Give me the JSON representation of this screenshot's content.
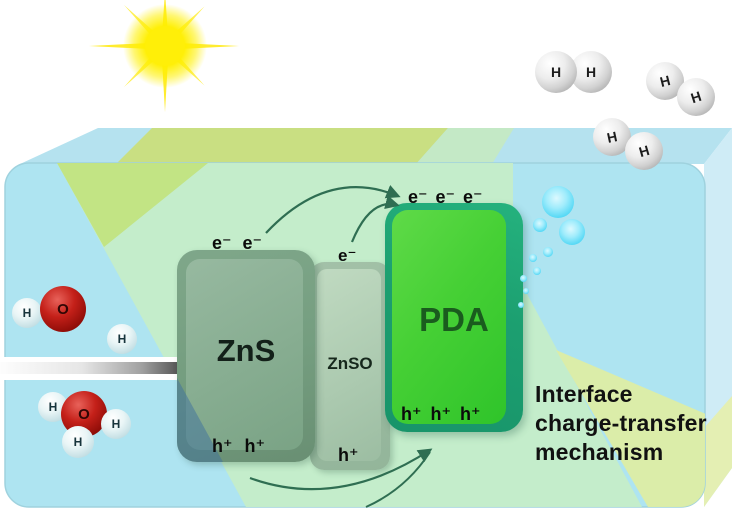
{
  "figure": {
    "type": "photocatalytic-mechanism-diagram",
    "caption": {
      "lines": [
        "Interface",
        "charge-transfer",
        "mechanism"
      ]
    }
  },
  "blocks": {
    "zns": {
      "label": "ZnS",
      "electrons": [
        "e⁻",
        "e⁻"
      ],
      "holes": [
        "h⁺",
        "h⁺"
      ],
      "fill": "#85aa8f"
    },
    "znso": {
      "label": "ZnSO",
      "electrons": [
        "e⁻"
      ],
      "holes": [
        "h⁺"
      ],
      "fill": "#b0cdb4"
    },
    "pda": {
      "label": "PDA",
      "electrons": [
        "e⁻",
        "e⁻",
        "e⁻"
      ],
      "holes": [
        "h⁺",
        "h⁺",
        "h⁺"
      ],
      "fill": "#3cc82f",
      "border": "#1d9c6f"
    }
  },
  "molecules": {
    "h2": [
      {
        "atoms": [
          "H",
          "H"
        ]
      },
      {
        "atoms": [
          "H",
          "H"
        ]
      },
      {
        "atoms": [
          "H",
          "H"
        ]
      }
    ],
    "water": [
      {
        "oxygen": "O",
        "hydrogens": [
          "H"
        ]
      },
      {
        "oxygen": "O",
        "hydrogens": [
          "H",
          "H",
          "H"
        ]
      }
    ],
    "free_hydrogen": "H"
  },
  "colors": {
    "box_front": "#aee4f1",
    "light_beam": "#c2e27c",
    "beam_mint": "#c5edc8",
    "bubble": "#45d4f4",
    "sun": "#ffee00",
    "oxygen_sphere": "#b01a12",
    "hydrogen_sphere": "#dcedee",
    "h2_sphere": "#e3e3e3",
    "arrow": "#2f6e52",
    "slot_bar_dark": "#4e4e4e"
  }
}
